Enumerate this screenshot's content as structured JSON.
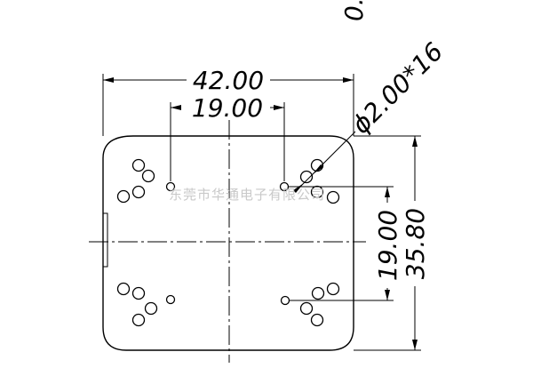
{
  "drawing": {
    "dimensions": {
      "overall_width": "42.00",
      "inner_width": "19.00",
      "hole_callout": "ϕ2.00*16",
      "inner_height": "19.00",
      "overall_height": "35.80",
      "top_fragment": "0."
    },
    "watermark": "东莞市华通电子有限公司"
  }
}
